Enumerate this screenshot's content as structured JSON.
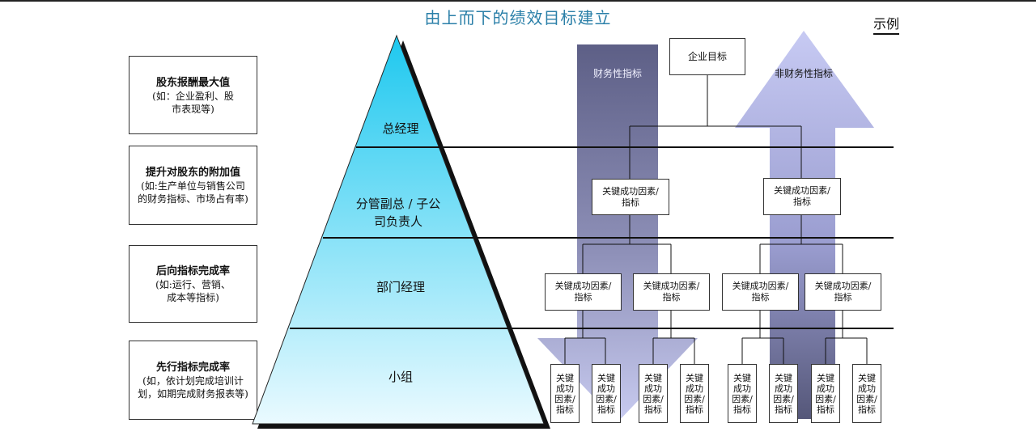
{
  "title": "由上而下的绩效目标建立",
  "example_label": "示例",
  "left_boxes": [
    {
      "heading": "股东报酬最大值",
      "detail": "(如：企业盈利、股市表现等)"
    },
    {
      "heading": "提升对股东的附加值",
      "detail": "(如:生产单位与销售公司的财务指标、市场占有率)"
    },
    {
      "heading": "后向指标完成率",
      "detail": "(如:运行、营销、成本等指标)"
    },
    {
      "heading": "先行指标完成率",
      "detail": "(如，依计划完成培训计划，如期完成财务报表等)"
    }
  ],
  "pyramid_levels": [
    "总经理",
    "分管副总 / 子公司负责人",
    "部门经理",
    "小组"
  ],
  "arrows": {
    "financial": "财务性指标",
    "non_financial": "非财务性指标"
  },
  "top_box": "企业目标",
  "ksf_label": "关键成功因素/指标",
  "ksf_tall_label": "关键成功因素/指标",
  "colors": {
    "title": "#2a7fa8",
    "pyramid_top": "#1ec8ef",
    "pyramid_bottom": "#eafaff",
    "financial_arrow": "#5d5f86",
    "non_financial_arrow": "#aeb3ef"
  }
}
